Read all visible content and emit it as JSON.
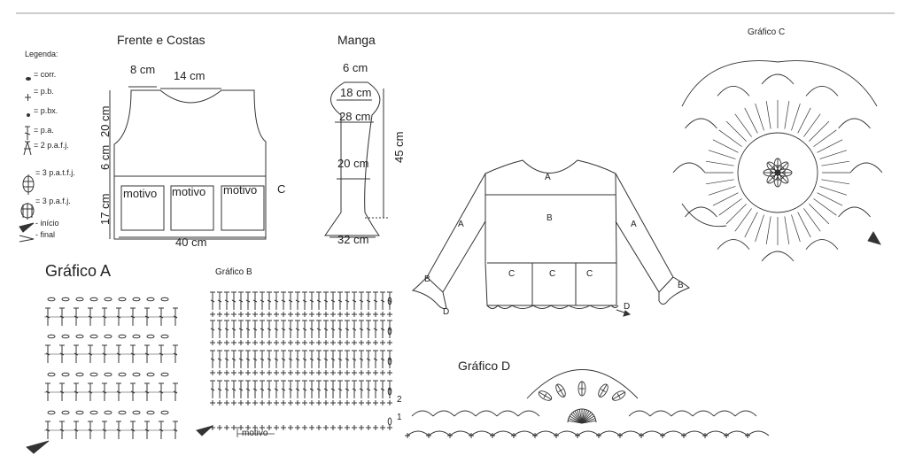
{
  "legend": {
    "title": "Legenda:",
    "items": [
      {
        "label": "= corr.",
        "icon": "chain-stitch-icon"
      },
      {
        "label": "= p.b.",
        "icon": "single-crochet-icon"
      },
      {
        "label": "= p.bx.",
        "icon": "slip-stitch-icon"
      },
      {
        "label": "= p.a.",
        "icon": "double-crochet-icon"
      },
      {
        "label": "= 2 p.a.f.j.",
        "icon": "two-dc-together-icon"
      },
      {
        "label": "= 3 p.a.t.f.j.",
        "icon": "three-treble-cluster-icon"
      },
      {
        "label": "= 3 p.a.f.j.",
        "icon": "three-dc-cluster-icon"
      },
      {
        "label": "- início",
        "icon": "start-arrow-icon"
      },
      {
        "label": "- final",
        "icon": "end-arrow-icon"
      }
    ]
  },
  "frente": {
    "title": "Frente e Costas",
    "shoulder": "8 cm",
    "neck": "14 cm",
    "h_top": "20 cm",
    "h_mid": "6 cm",
    "h_bottom": "17 cm",
    "width": "40 cm",
    "motivo": "motivo",
    "label_c": "C"
  },
  "manga": {
    "title": "Manga",
    "top": "6 cm",
    "w1": "18 cm",
    "w2": "28 cm",
    "w3": "20 cm",
    "bottom": "32 cm",
    "length": "45 cm"
  },
  "assembly": {
    "labels": [
      "A",
      "B",
      "A",
      "A",
      "B",
      "B",
      "C",
      "C",
      "C",
      "D",
      "D"
    ]
  },
  "graficos": {
    "a": "Gráfico A",
    "b": "Gráfico B",
    "c": "Gráfico C",
    "d": "Gráfico D",
    "b_row2": "2",
    "b_row1": "1",
    "b_motivo": "motivo"
  }
}
